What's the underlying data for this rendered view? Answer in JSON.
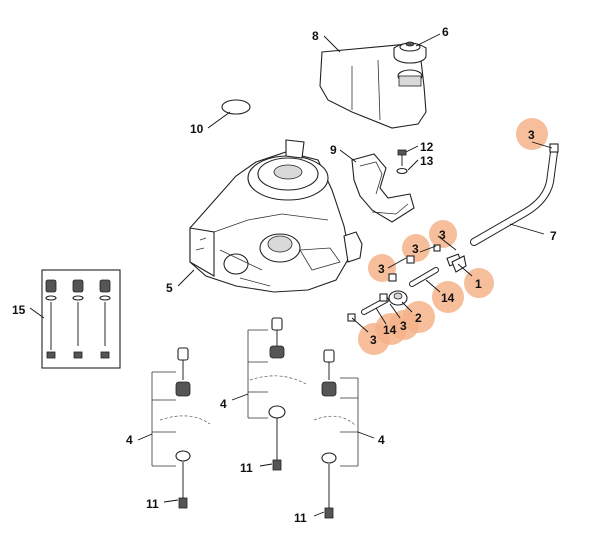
{
  "diagram": {
    "labels": {
      "l1": "1",
      "l2": "2",
      "l3a": "3",
      "l3b": "3",
      "l3c": "3",
      "l3d": "3",
      "l3e": "3",
      "l3f": "3",
      "l4a": "4",
      "l4b": "4",
      "l4c": "4",
      "l5": "5",
      "l6": "6",
      "l7": "7",
      "l8": "8",
      "l9": "9",
      "l10": "10",
      "l11a": "11",
      "l11b": "11",
      "l11c": "11",
      "l12": "12",
      "l13": "13",
      "l14a": "14",
      "l14b": "14",
      "l15": "15"
    },
    "highlight_color": "#f5b38a",
    "line_color": "#111111"
  }
}
